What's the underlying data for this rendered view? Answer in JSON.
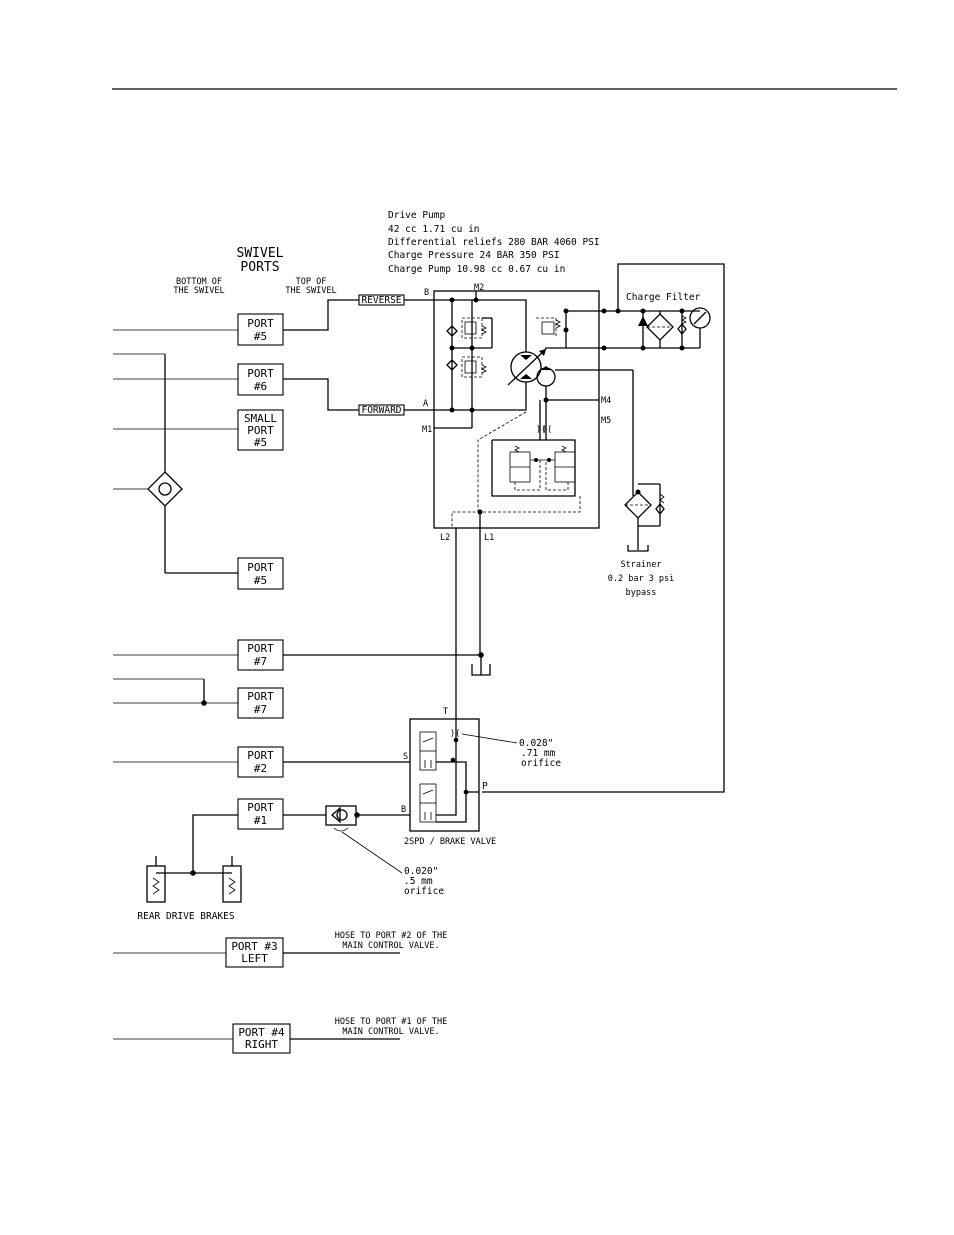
{
  "pump_specs": [
    "Drive Pump",
    "42 cc 1.71 cu in",
    "Differential reliefs 280 BAR 4060 PSI",
    "Charge Pressure 24 BAR 350 PSI",
    "Charge Pump 10.98 cc 0.67 cu in"
  ],
  "swivel": {
    "title_line1": "SWIVEL",
    "title_line2": "PORTS",
    "bottom_line1": "BOTTOM OF",
    "bottom_line2": "THE SWIVEL",
    "top_line1": "TOP OF",
    "top_line2": "THE SWIVEL"
  },
  "ports": {
    "p5a": [
      "PORT",
      "#5"
    ],
    "p6": [
      "PORT",
      "#6"
    ],
    "small5": [
      "SMALL",
      "PORT",
      "#5"
    ],
    "p5b": [
      "PORT",
      "#5"
    ],
    "p7a": [
      "PORT",
      "#7"
    ],
    "p7b": [
      "PORT",
      "#7"
    ],
    "p2": [
      "PORT",
      "#2"
    ],
    "p1": [
      "PORT",
      "#1"
    ],
    "p3": [
      "PORT #3",
      "LEFT"
    ],
    "p4": [
      "PORT #4",
      "RIGHT"
    ]
  },
  "direction": {
    "reverse": "REVERSE",
    "forward": "FORWARD"
  },
  "pump_ports": {
    "B": "B",
    "A": "A",
    "M1": "M1",
    "M2": "M2",
    "M4": "M4",
    "M5": "M5",
    "L1": "L1",
    "L2": "L2"
  },
  "charge_filter": "Charge Filter",
  "strainer": [
    "Strainer",
    "0.2 bar 3 psi",
    "bypass"
  ],
  "brake_valve": {
    "label": "2SPD / BRAKE VALVE",
    "T": "T",
    "S": "S",
    "B": "B",
    "P": "P"
  },
  "orifice_028": [
    "0.028\"",
    ".71 mm",
    "orifice"
  ],
  "orifice_020": [
    "0.020\"",
    ".5 mm",
    "orifice"
  ],
  "rear_brakes": "REAR DRIVE BRAKES",
  "hose_left": [
    "HOSE TO PORT #2 OF THE",
    "MAIN CONTROL VALVE."
  ],
  "hose_right": [
    "HOSE TO PORT #1 OF THE",
    "MAIN CONTROL VALVE."
  ]
}
